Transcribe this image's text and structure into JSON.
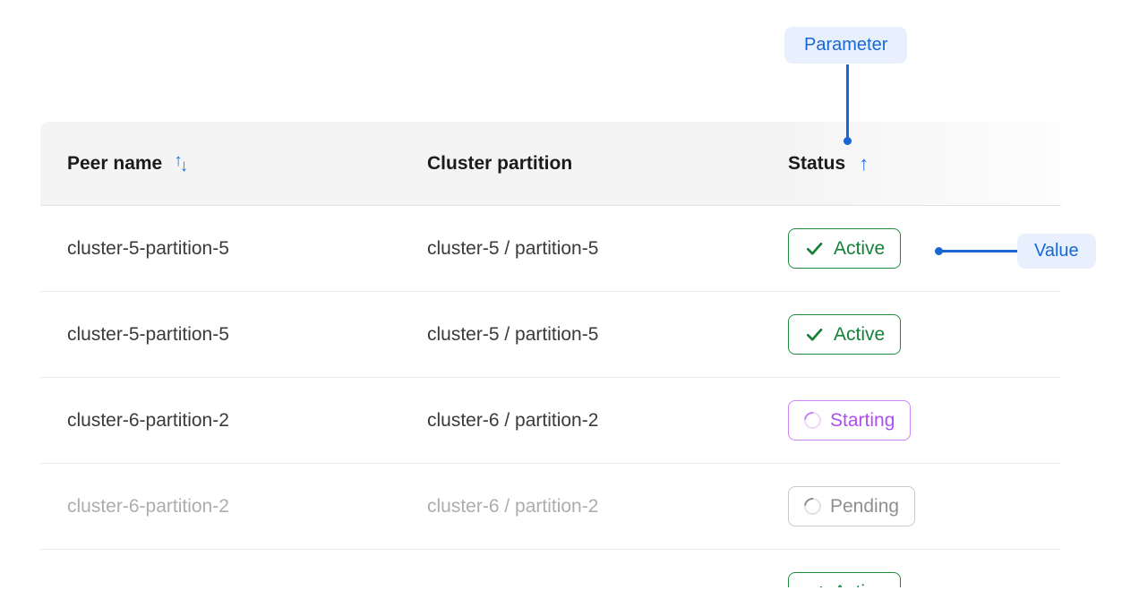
{
  "annotations": {
    "parameter_label": "Parameter",
    "value_label": "Value"
  },
  "colors": {
    "accent": "#1a73e8",
    "callout": "#1967d2",
    "chip-bg": "#e8f0fd",
    "active": "#188038",
    "active-border": "#1e8e3e",
    "starting": "#ae4ff2",
    "starting-border": "#cb85f5",
    "pending": "#8f8f8f",
    "pending-border": "#c9c9c9"
  },
  "table": {
    "columns": [
      {
        "label": "Peer name",
        "sort": "both"
      },
      {
        "label": "Cluster partition",
        "sort": "none"
      },
      {
        "label": "Status",
        "sort": "asc"
      }
    ],
    "rows": [
      {
        "peer_name": "cluster-5-partition-5",
        "cluster_partition": "cluster-5 / partition-5",
        "status": "Active",
        "status_type": "active",
        "dimmed": false
      },
      {
        "peer_name": "cluster-5-partition-5",
        "cluster_partition": "cluster-5 / partition-5",
        "status": "Active",
        "status_type": "active",
        "dimmed": false
      },
      {
        "peer_name": "cluster-6-partition-2",
        "cluster_partition": "cluster-6 / partition-2",
        "status": "Starting",
        "status_type": "starting",
        "dimmed": false
      },
      {
        "peer_name": "cluster-6-partition-2",
        "cluster_partition": "cluster-6 / partition-2",
        "status": "Pending",
        "status_type": "pending",
        "dimmed": true
      },
      {
        "peer_name": "",
        "cluster_partition": "",
        "status": "Active",
        "status_type": "active",
        "dimmed": false
      }
    ]
  }
}
